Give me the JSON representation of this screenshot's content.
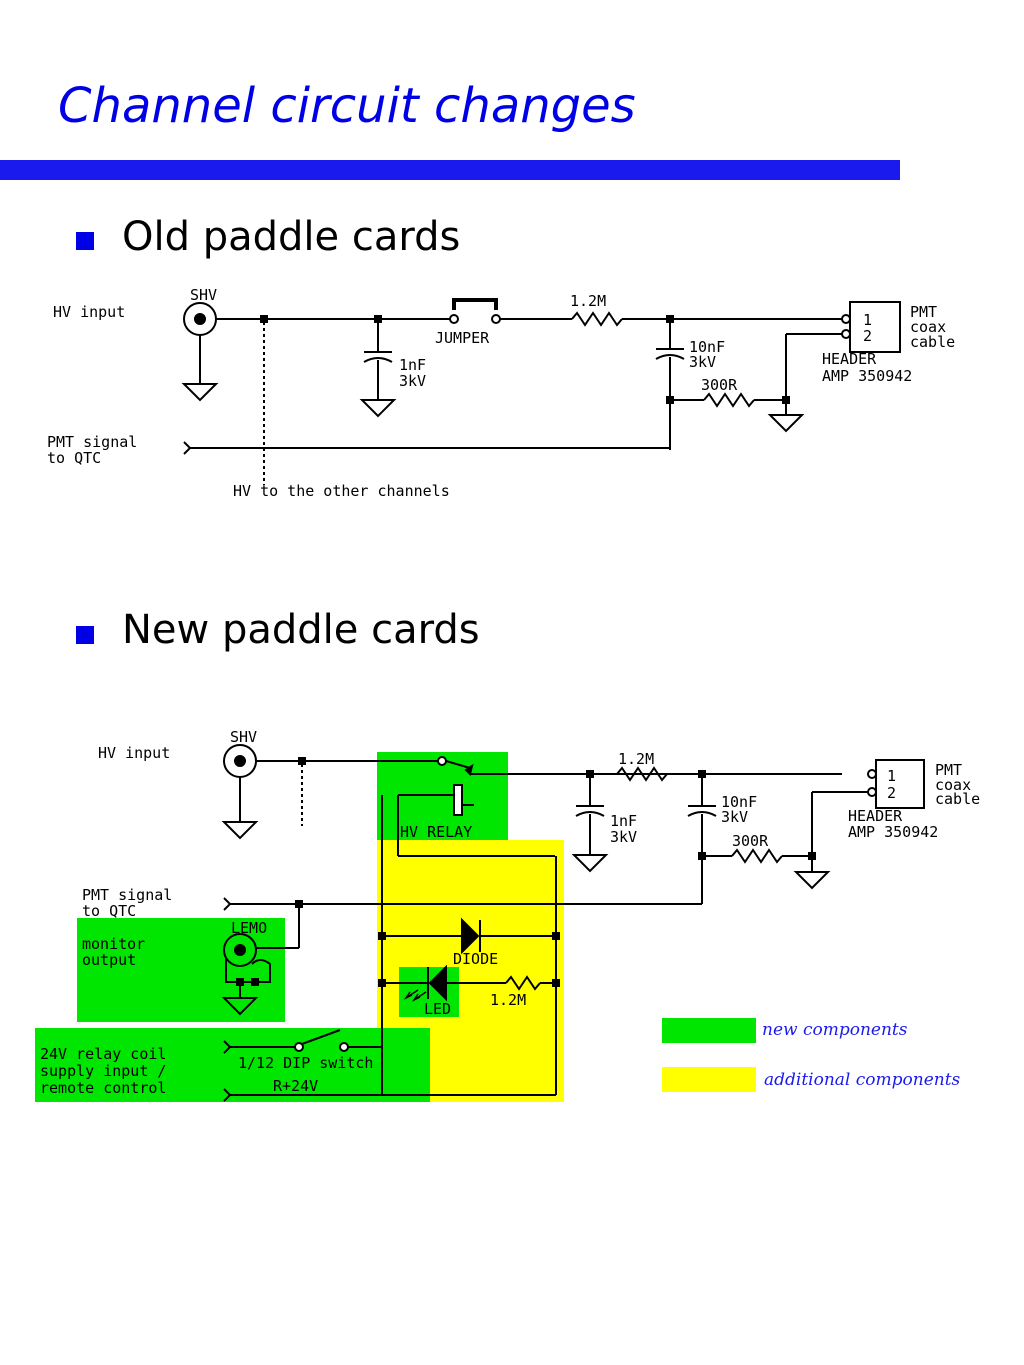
{
  "slide": {
    "title": "Channel circuit changes",
    "bullets": [
      "Old paddle cards",
      "New paddle cards"
    ]
  },
  "old_circuit": {
    "hv_input": "HV input",
    "shv": "SHV",
    "jumper": "JUMPER",
    "resistor_1": "1.2M",
    "cap_1_value": "1nF",
    "cap_1_voltage": "3kV",
    "cap_2_value": "10nF",
    "cap_2_voltage": "3kV",
    "resistor_2": "300R",
    "pmt_signal_1": "PMT signal",
    "pmt_signal_2": "to QTC",
    "hv_other": "HV to the other channels",
    "header_pin_1": "1",
    "header_pin_2": "2",
    "pmt_1": "PMT",
    "pmt_2": "coax",
    "pmt_3": "cable",
    "header_1": "HEADER",
    "header_2": "AMP 350942"
  },
  "new_circuit": {
    "hv_input": "HV input",
    "shv": "SHV",
    "hv_relay": "HV RELAY",
    "resistor_1": "1.2M",
    "cap_1_value": "1nF",
    "cap_1_voltage": "3kV",
    "cap_2_value": "10nF",
    "cap_2_voltage": "3kV",
    "resistor_2": "300R",
    "header_pin_1": "1",
    "header_pin_2": "2",
    "pmt_1": "PMT",
    "pmt_2": "coax",
    "pmt_3": "cable",
    "header_1": "HEADER",
    "header_2": "AMP 350942",
    "pmt_signal_1": "PMT signal",
    "pmt_signal_2": "to QTC",
    "lemo": "LEMO",
    "monitor_1": "monitor",
    "monitor_2": "output",
    "diode": "DIODE",
    "led": "LED",
    "resistor_3": "1.2M",
    "relay_1": "24V relay coil",
    "relay_2": "supply input /",
    "relay_3": "remote control",
    "dip": "1/12 DIP switch",
    "r24": "R+24V"
  },
  "legend": {
    "new_label": "new components",
    "additional_label": "additional components",
    "new_color": "#00e600",
    "additional_color": "#ffff00"
  }
}
